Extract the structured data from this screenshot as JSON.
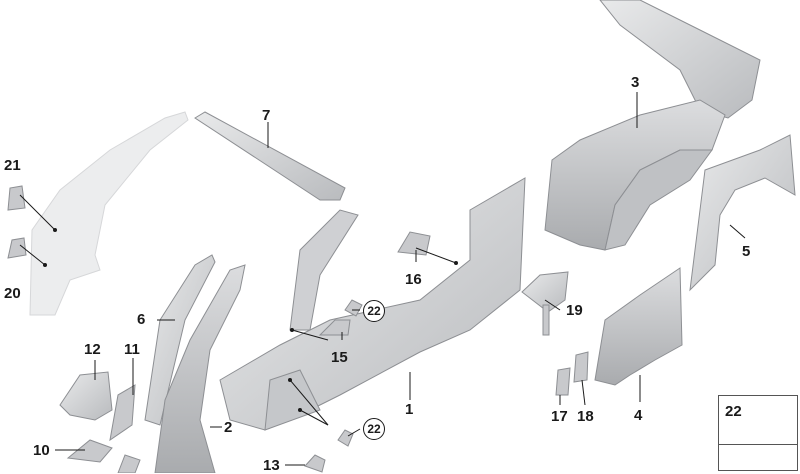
{
  "callouts": {
    "c1": "1",
    "c2": "2",
    "c3": "3",
    "c4": "4",
    "c5": "5",
    "c6": "6",
    "c7": "7",
    "c10": "10",
    "c11": "11",
    "c12": "12",
    "c13": "13",
    "c15": "15",
    "c16": "16",
    "c17": "17",
    "c18": "18",
    "c19": "19",
    "c20": "20",
    "c21": "21",
    "c22a": "22",
    "c22b": "22",
    "legend": "22"
  },
  "colors": {
    "part_fill": "#d9dadc",
    "part_stroke": "#9a9ca0",
    "ghost_fill": "#eceded",
    "line": "#1a1a1a"
  }
}
